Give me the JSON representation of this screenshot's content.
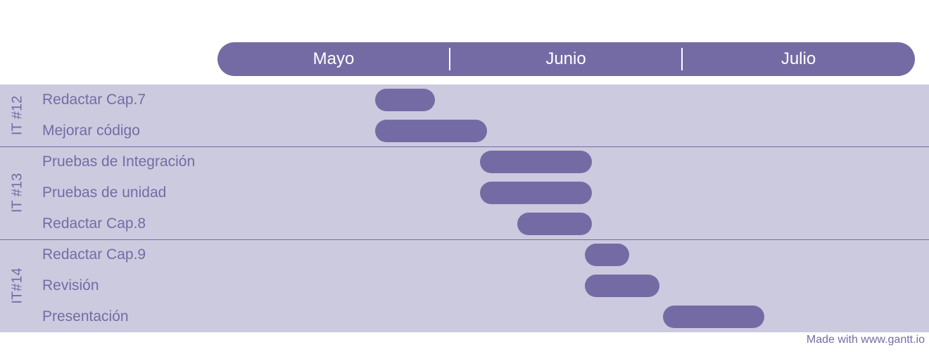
{
  "chart_data": {
    "type": "gantt",
    "months": [
      "Mayo",
      "Junio",
      "Julio"
    ],
    "groups": [
      {
        "label": "IT #12",
        "tasks": [
          {
            "name": "Redactar Cap.7",
            "start": 9.0,
            "end": 10.6
          },
          {
            "name": "Mejorar código",
            "start": 9.0,
            "end": 12.0
          }
        ]
      },
      {
        "label": "IT #13",
        "tasks": [
          {
            "name": "Pruebas de Integración",
            "start": 11.8,
            "end": 14.8
          },
          {
            "name": "Pruebas de unidad",
            "start": 11.8,
            "end": 14.8
          },
          {
            "name": "Redactar Cap.8",
            "start": 12.8,
            "end": 14.8
          }
        ]
      },
      {
        "label": "IT#14",
        "tasks": [
          {
            "name": "Redactar Cap.9",
            "start": 14.6,
            "end": 15.8
          },
          {
            "name": "Revisión",
            "start": 14.6,
            "end": 16.6
          },
          {
            "name": "Presentación",
            "start": 16.7,
            "end": 19.4
          }
        ]
      }
    ]
  },
  "footer": {
    "credit": "Made with www.gantt.io"
  },
  "colors": {
    "accent": "#756ba4",
    "band": "#cccadf",
    "background": "#ffffff"
  }
}
